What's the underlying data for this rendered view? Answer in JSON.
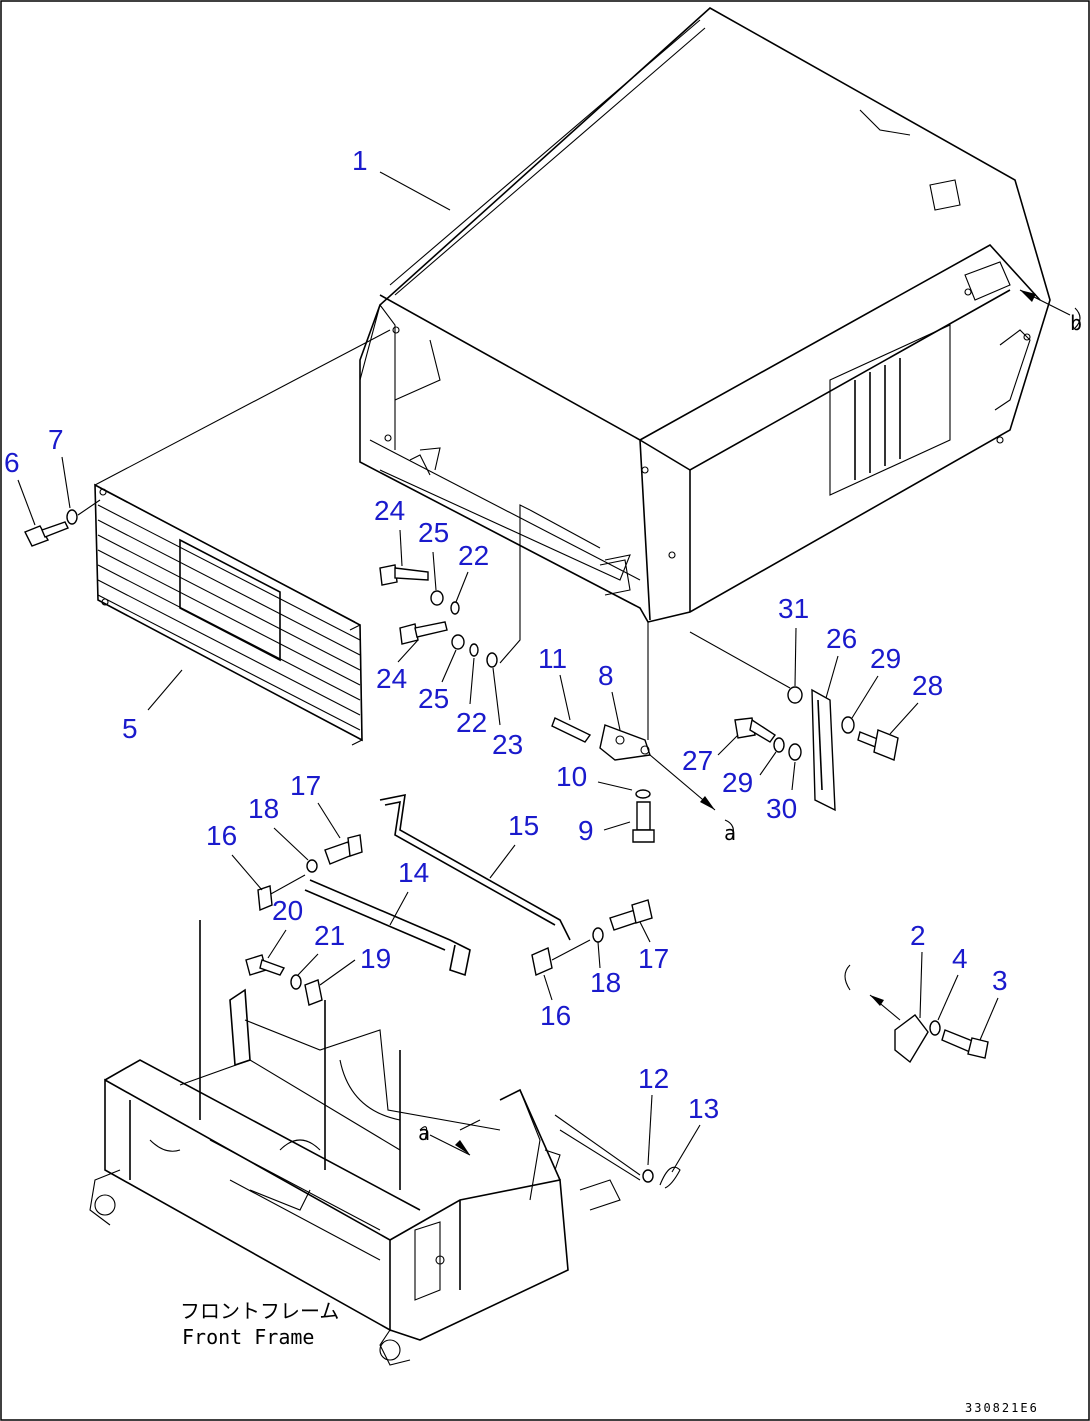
{
  "diagram": {
    "frame_label_jp": "フロントフレーム",
    "frame_label_en": "Front Frame",
    "drawing_code": "330821E6",
    "callouts": [
      {
        "id": "c1",
        "text": "1"
      },
      {
        "id": "c2",
        "text": "2"
      },
      {
        "id": "c3",
        "text": "3"
      },
      {
        "id": "c4",
        "text": "4"
      },
      {
        "id": "c5",
        "text": "5"
      },
      {
        "id": "c6",
        "text": "6"
      },
      {
        "id": "c7",
        "text": "7"
      },
      {
        "id": "c8",
        "text": "8"
      },
      {
        "id": "c9",
        "text": "9"
      },
      {
        "id": "c10",
        "text": "10"
      },
      {
        "id": "c11",
        "text": "11"
      },
      {
        "id": "c12",
        "text": "12"
      },
      {
        "id": "c13",
        "text": "13"
      },
      {
        "id": "c14",
        "text": "14"
      },
      {
        "id": "c15",
        "text": "15"
      },
      {
        "id": "c16a",
        "text": "16"
      },
      {
        "id": "c16b",
        "text": "16"
      },
      {
        "id": "c17a",
        "text": "17"
      },
      {
        "id": "c17b",
        "text": "17"
      },
      {
        "id": "c18a",
        "text": "18"
      },
      {
        "id": "c18b",
        "text": "18"
      },
      {
        "id": "c19",
        "text": "19"
      },
      {
        "id": "c20",
        "text": "20"
      },
      {
        "id": "c21",
        "text": "21"
      },
      {
        "id": "c22a",
        "text": "22"
      },
      {
        "id": "c22b",
        "text": "22"
      },
      {
        "id": "c23",
        "text": "23"
      },
      {
        "id": "c24a",
        "text": "24"
      },
      {
        "id": "c24b",
        "text": "24"
      },
      {
        "id": "c25a",
        "text": "25"
      },
      {
        "id": "c25b",
        "text": "25"
      },
      {
        "id": "c26",
        "text": "26"
      },
      {
        "id": "c27",
        "text": "27"
      },
      {
        "id": "c28",
        "text": "28"
      },
      {
        "id": "c29a",
        "text": "29"
      },
      {
        "id": "c29b",
        "text": "29"
      },
      {
        "id": "c30",
        "text": "30"
      },
      {
        "id": "c31",
        "text": "31"
      }
    ],
    "refs": {
      "a": "a",
      "b": "b"
    }
  }
}
